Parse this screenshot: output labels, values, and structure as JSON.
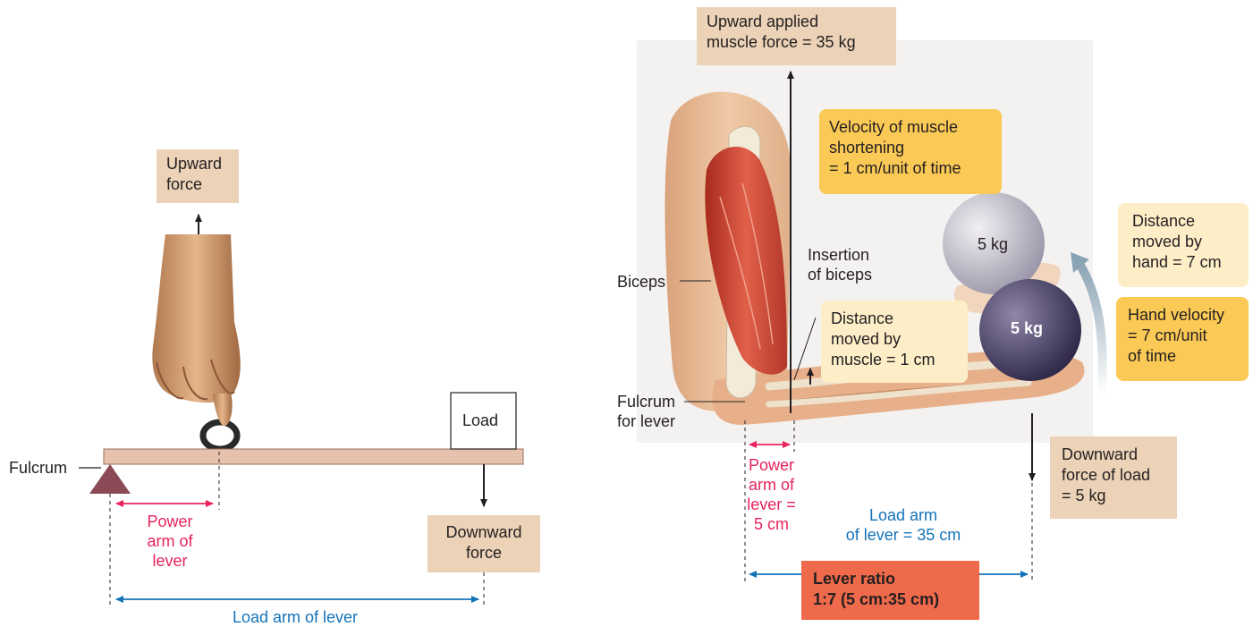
{
  "left": {
    "upward_force": "Upward\nforce",
    "load": "Load",
    "fulcrum": "Fulcrum",
    "power_arm": "Power\narm of\nlever",
    "downward_force": "Downward\nforce",
    "load_arm": "Load arm of lever"
  },
  "right": {
    "upward_muscle_force": "Upward applied\nmuscle force = 35 kg",
    "velocity_muscle": "Velocity of muscle\nshortening\n= 1 cm/unit of time",
    "biceps": "Biceps",
    "insertion": "Insertion\nof biceps",
    "distance_muscle": "Distance\nmoved by\nmuscle = 1 cm",
    "ball_top": "5 kg",
    "ball_bottom": "5 kg",
    "distance_hand": "Distance\nmoved by\nhand = 7 cm",
    "hand_velocity": "Hand velocity\n= 7 cm/unit\nof time",
    "fulcrum_lever": "Fulcrum\nfor lever",
    "power_arm": "Power\narm of\nlever =\n5 cm",
    "load_arm": "Load arm\nof lever = 35 cm",
    "downward_load": "Downward\nforce of load\n= 5 kg",
    "lever_ratio_title": "Lever ratio",
    "lever_ratio_value": "1:7 (5 cm:35 cm)"
  },
  "colors": {
    "tan_box": "#ecd3b8",
    "gold_box": "#fbc955",
    "cream_box": "#fdeec8",
    "ratio_box": "#ef6a4a",
    "power_arm": "#e8245b",
    "load_arm": "#1473b8"
  }
}
